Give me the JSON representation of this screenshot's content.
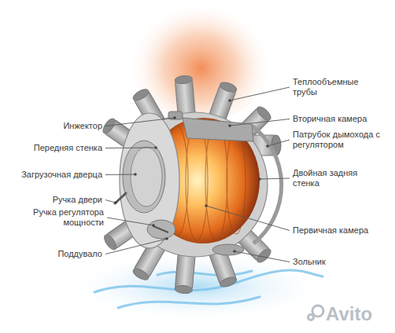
{
  "diagram": {
    "labels": [
      "Теплообъемные трубы",
      "Вторичная камера",
      "Патрубок дымохода с регулятором",
      "Двойная задняя стенка",
      "Первичная камера",
      "Зольник",
      "Инжектор",
      "Передняя стенка",
      "Загрузочная дверца",
      "Ручка двери",
      "Ручка регулятора мощности",
      "Поддувало",
      "Avito"
    ]
  }
}
